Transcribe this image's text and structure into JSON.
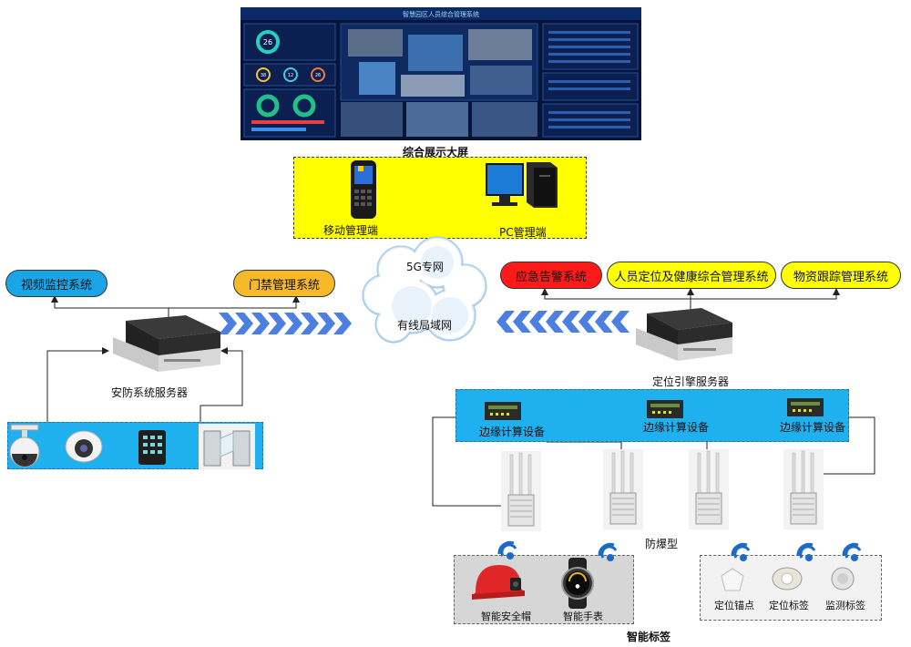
{
  "top_screen": {
    "caption": "综合展示大屏",
    "title_bar": "智慧园区人员综合管理系统",
    "gauge_values": [
      "26",
      "38",
      "12",
      "26"
    ]
  },
  "client_box": {
    "mobile_label": "移动管理端",
    "pc_label": "PC管理端"
  },
  "network": {
    "cloud_top": "5G专网",
    "cloud_bottom": "有线局域网"
  },
  "left_side": {
    "video_system": "视频监控系统",
    "access_system": "门禁管理系统",
    "security_server": "安防系统服务器"
  },
  "right_side": {
    "alarm_system": "应急告警系统",
    "personnel_system": "人员定位及健康综合管理系统",
    "material_system": "物资跟踪管理系统",
    "engine_server": "定位引擎服务器",
    "edge_devices": [
      "边缘计算设备",
      "边缘计算设备",
      "边缘计算设备"
    ],
    "explosion_proof": "防爆型",
    "wearables": [
      "智能安全帽",
      "智能手表"
    ],
    "beacons": [
      "定位锚点",
      "定位标签",
      "监测标签"
    ],
    "tags_caption": "智能标签"
  },
  "colors": {
    "yellow": "#ffff00",
    "blue_panel": "#1fb0f0",
    "pill_blue": "#1aa6e6",
    "pill_orange": "#f7b928",
    "alarm_red": "#ff1a1a",
    "chevron_blue": "#4d7fe0"
  }
}
